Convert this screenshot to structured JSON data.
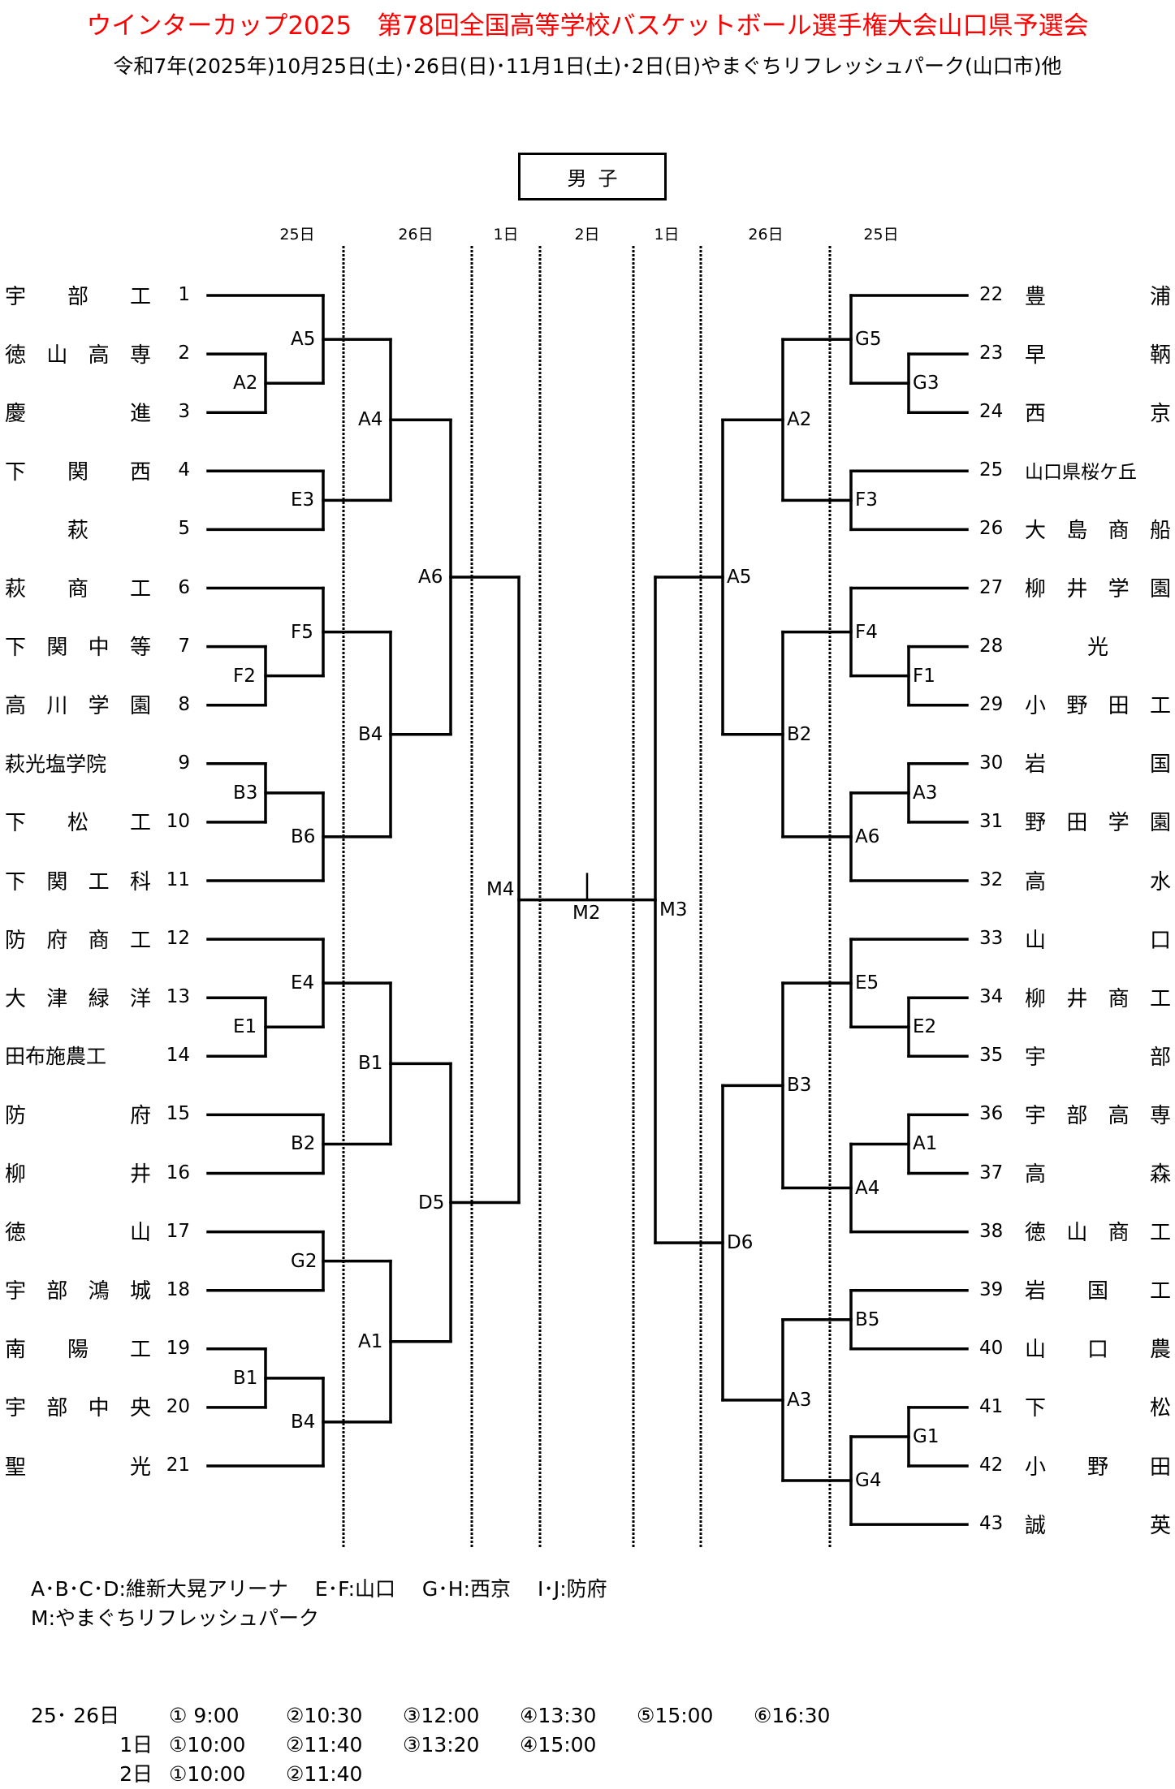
{
  "header": {
    "title": "ウインターカップ2025　第78回全国高等学校バスケットボール選手権大会山口県予選会",
    "subtitle": "令和7年(2025年)10月25日(土)･26日(日)･11月1日(土)･2日(日)やまぐちリフレッシュパーク(山口市)他",
    "division": "男子"
  },
  "day_headers": [
    "25日",
    "26日",
    "1日",
    "2日",
    "1日",
    "26日",
    "25日"
  ],
  "left_teams": [
    {
      "num": "1",
      "name": "宇部工"
    },
    {
      "num": "2",
      "name": "徳山高専"
    },
    {
      "num": "3",
      "name": "慶進"
    },
    {
      "num": "4",
      "name": "下関西"
    },
    {
      "num": "5",
      "name": "萩"
    },
    {
      "num": "6",
      "name": "萩商工"
    },
    {
      "num": "7",
      "name": "下関中等"
    },
    {
      "num": "8",
      "name": "高川学園"
    },
    {
      "num": "9",
      "name": "萩光塩学院"
    },
    {
      "num": "10",
      "name": "下松工"
    },
    {
      "num": "11",
      "name": "下関工科"
    },
    {
      "num": "12",
      "name": "防府商工"
    },
    {
      "num": "13",
      "name": "大津緑洋"
    },
    {
      "num": "14",
      "name": "田布施農工"
    },
    {
      "num": "15",
      "name": "防府"
    },
    {
      "num": "16",
      "name": "柳井"
    },
    {
      "num": "17",
      "name": "徳山"
    },
    {
      "num": "18",
      "name": "宇部鴻城"
    },
    {
      "num": "19",
      "name": "南陽工"
    },
    {
      "num": "20",
      "name": "宇部中央"
    },
    {
      "num": "21",
      "name": "聖光"
    }
  ],
  "right_teams": [
    {
      "num": "22",
      "name": "豊浦"
    },
    {
      "num": "23",
      "name": "早鞆"
    },
    {
      "num": "24",
      "name": "西京"
    },
    {
      "num": "25",
      "name": "山口県桜ケ丘"
    },
    {
      "num": "26",
      "name": "大島商船"
    },
    {
      "num": "27",
      "name": "柳井学園"
    },
    {
      "num": "28",
      "name": "光"
    },
    {
      "num": "29",
      "name": "小野田工"
    },
    {
      "num": "30",
      "name": "岩国"
    },
    {
      "num": "31",
      "name": "野田学園"
    },
    {
      "num": "32",
      "name": "高水"
    },
    {
      "num": "33",
      "name": "山口"
    },
    {
      "num": "34",
      "name": "柳井商工"
    },
    {
      "num": "35",
      "name": "宇部"
    },
    {
      "num": "36",
      "name": "宇部高専"
    },
    {
      "num": "37",
      "name": "高森"
    },
    {
      "num": "38",
      "name": "徳山商工"
    },
    {
      "num": "39",
      "name": "岩国工"
    },
    {
      "num": "40",
      "name": "山口農"
    },
    {
      "num": "41",
      "name": "下松"
    },
    {
      "num": "42",
      "name": "小野田"
    },
    {
      "num": "43",
      "name": "誠英"
    }
  ],
  "left_matches": [
    {
      "id": "L_A2",
      "label": "A2",
      "a": "t2",
      "b": "t3",
      "round": 1
    },
    {
      "id": "L_A5",
      "label": "A5",
      "a": "t1",
      "b": "L_A2",
      "round": 2
    },
    {
      "id": "L_E3",
      "label": "E3",
      "a": "t4",
      "b": "t5",
      "round": 2
    },
    {
      "id": "L_F2",
      "label": "F2",
      "a": "t7",
      "b": "t8",
      "round": 1
    },
    {
      "id": "L_F5",
      "label": "F5",
      "a": "t6",
      "b": "L_F2",
      "round": 2
    },
    {
      "id": "L_B3",
      "label": "B3",
      "a": "t9",
      "b": "t10",
      "round": 1
    },
    {
      "id": "L_B6",
      "label": "B6",
      "a": "L_B3",
      "b": "t11",
      "round": 2
    },
    {
      "id": "L_E1",
      "label": "E1",
      "a": "t13",
      "b": "t14",
      "round": 1
    },
    {
      "id": "L_E4",
      "label": "E4",
      "a": "t12",
      "b": "L_E1",
      "round": 2
    },
    {
      "id": "L_B2",
      "label": "B2",
      "a": "t15",
      "b": "t16",
      "round": 2
    },
    {
      "id": "L_G2",
      "label": "G2",
      "a": "t17",
      "b": "t18",
      "round": 2
    },
    {
      "id": "L_B1",
      "label": "B1",
      "a": "t19",
      "b": "t20",
      "round": 1
    },
    {
      "id": "L_B4b",
      "label": "B4",
      "a": "L_B1",
      "b": "t21",
      "round": 2
    },
    {
      "id": "L_A4",
      "label": "A4",
      "a": "L_A5",
      "b": "L_E3",
      "round": 3
    },
    {
      "id": "L_B4",
      "label": "B4",
      "a": "L_F5",
      "b": "L_B6",
      "round": 3
    },
    {
      "id": "L_B1b",
      "label": "B1",
      "a": "L_E4",
      "b": "L_B2",
      "round": 3
    },
    {
      "id": "L_A1",
      "label": "A1",
      "a": "L_G2",
      "b": "L_B4b",
      "round": 3
    },
    {
      "id": "L_A6",
      "label": "A6",
      "a": "L_A4",
      "b": "L_B4",
      "round": 4
    },
    {
      "id": "L_D5",
      "label": "D5",
      "a": "L_B1b",
      "b": "L_A1",
      "round": 4
    },
    {
      "id": "L_M4",
      "label": "M4",
      "a": "L_A6",
      "b": "L_D5",
      "round": 5
    }
  ],
  "right_matches": [
    {
      "id": "R_G3",
      "label": "G3",
      "a": "t23",
      "b": "t24",
      "round": 1
    },
    {
      "id": "R_G5",
      "label": "G5",
      "a": "t22",
      "b": "R_G3",
      "round": 2
    },
    {
      "id": "R_F3",
      "label": "F3",
      "a": "t25",
      "b": "t26",
      "round": 2
    },
    {
      "id": "R_F1",
      "label": "F1",
      "a": "t28",
      "b": "t29",
      "round": 1
    },
    {
      "id": "R_F4",
      "label": "F4",
      "a": "t27",
      "b": "R_F1",
      "round": 2
    },
    {
      "id": "R_A3",
      "label": "A3",
      "a": "t30",
      "b": "t31",
      "round": 1
    },
    {
      "id": "R_A6",
      "label": "A6",
      "a": "R_A3",
      "b": "t32",
      "round": 2
    },
    {
      "id": "R_E2",
      "label": "E2",
      "a": "t34",
      "b": "t35",
      "round": 1
    },
    {
      "id": "R_E5",
      "label": "E5",
      "a": "t33",
      "b": "R_E2",
      "round": 2
    },
    {
      "id": "R_A1",
      "label": "A1",
      "a": "t36",
      "b": "t37",
      "round": 1
    },
    {
      "id": "R_A4",
      "label": "A4",
      "a": "R_A1",
      "b": "t38",
      "round": 2
    },
    {
      "id": "R_B5",
      "label": "B5",
      "a": "t39",
      "b": "t40",
      "round": 2
    },
    {
      "id": "R_G1",
      "label": "G1",
      "a": "t41",
      "b": "t42",
      "round": 1
    },
    {
      "id": "R_G4",
      "label": "G4",
      "a": "R_G1",
      "b": "t43",
      "round": 2
    },
    {
      "id": "R_A2",
      "label": "A2",
      "a": "R_G5",
      "b": "R_F3",
      "round": 3
    },
    {
      "id": "R_B2",
      "label": "B2",
      "a": "R_F4",
      "b": "R_A6",
      "round": 3
    },
    {
      "id": "R_B3",
      "label": "B3",
      "a": "R_E5",
      "b": "R_A4",
      "round": 3
    },
    {
      "id": "R_A3b",
      "label": "A3",
      "a": "R_B5",
      "b": "R_G4",
      "round": 3
    },
    {
      "id": "R_A5",
      "label": "A5",
      "a": "R_A2",
      "b": "R_B2",
      "round": 4
    },
    {
      "id": "R_D6",
      "label": "D6",
      "a": "R_B3",
      "b": "R_A3b",
      "round": 4
    },
    {
      "id": "R_M3",
      "label": "M3",
      "a": "R_A5",
      "b": "R_D6",
      "round": 5
    }
  ],
  "final": {
    "label": "M2"
  },
  "footer": {
    "venues_line1": "A･B･C･D:維新大晃アリーナ　 E･F:山口　 G･H:西京　 I･J:防府",
    "venues_line2": "M:やまぐちリフレッシュパーク",
    "schedule": [
      {
        "day": "25･ 26日",
        "times": [
          "① 9:00",
          "②10:30",
          "③12:00",
          "④13:30",
          "⑤15:00",
          "⑥16:30"
        ]
      },
      {
        "day": "1日",
        "times": [
          "①10:00",
          "②11:40",
          "③13:20",
          "④15:00"
        ]
      },
      {
        "day": "2日",
        "times": [
          "①10:00",
          "②11:40"
        ]
      }
    ]
  }
}
